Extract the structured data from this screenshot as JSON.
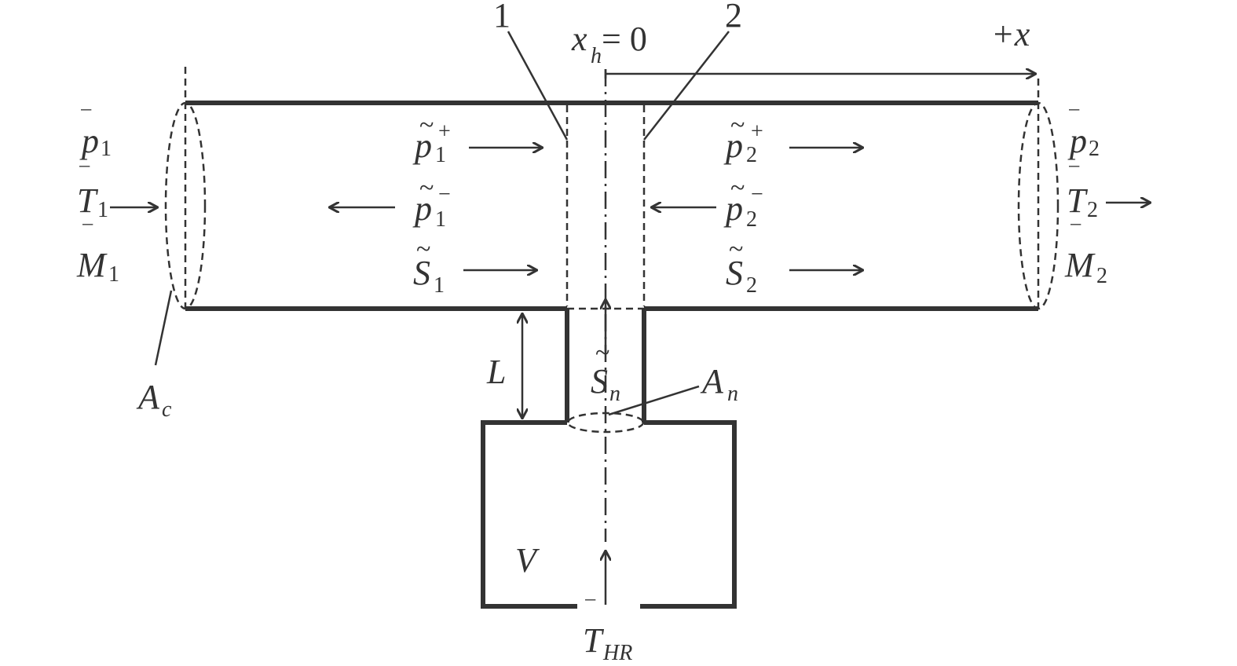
{
  "labels": {
    "marker_1": "1",
    "marker_2": "2",
    "origin": "x",
    "origin_sub": "h",
    "origin_eq": " = 0",
    "axis": "+x",
    "p1_bar": "p",
    "p1_bar_sub": "1",
    "T1_bar": "T",
    "T1_bar_sub": "1",
    "M1_bar": "M",
    "M1_bar_sub": "1",
    "p2_bar": "p",
    "p2_bar_sub": "2",
    "T2_bar": "T",
    "T2_bar_sub": "2",
    "M2_bar": "M",
    "M2_bar_sub": "2",
    "p1_plus": "p",
    "p1_plus_sub": "1",
    "p1_plus_sup": "+",
    "p1_minus": "p",
    "p1_minus_sub": "1",
    "p1_minus_sup": "−",
    "S1": "S",
    "S1_sub": "1",
    "p2_plus": "p",
    "p2_plus_sub": "2",
    "p2_plus_sup": "+",
    "p2_minus": "p",
    "p2_minus_sub": "2",
    "p2_minus_sup": "−",
    "S2": "S",
    "S2_sub": "2",
    "Ac": "A",
    "Ac_sub": "c",
    "L": "L",
    "Sn": "S",
    "Sn_sub": "n",
    "An": "A",
    "An_sub": "n",
    "V": "V",
    "THR": "T",
    "THR_sub": "HR",
    "bar_mark": "‾",
    "tilde_mark": "~"
  }
}
